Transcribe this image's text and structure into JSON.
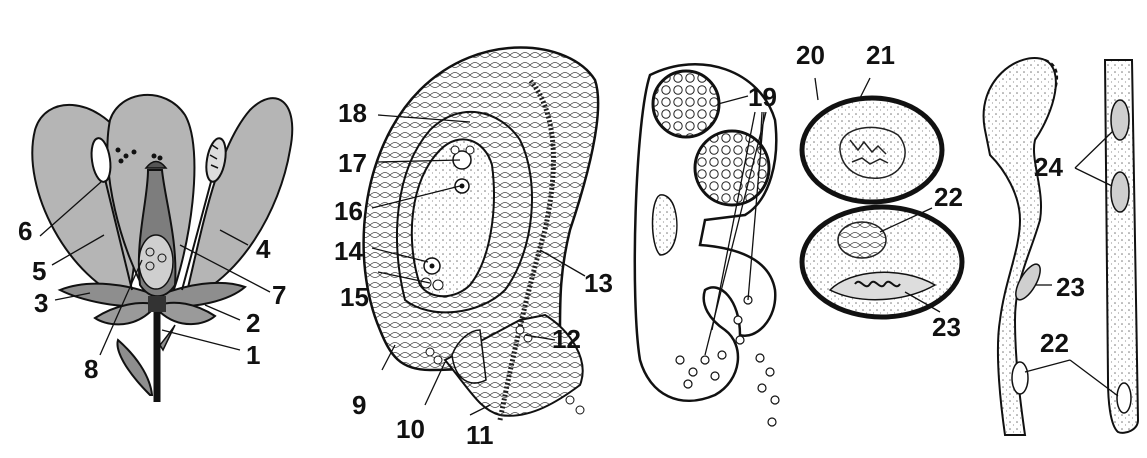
{
  "labels": {
    "l1": "1",
    "l2": "2",
    "l3": "3",
    "l4": "4",
    "l5": "5",
    "l6": "6",
    "l7": "7",
    "l8": "8",
    "l9": "9",
    "l10": "10",
    "l11": "11",
    "l12": "12",
    "l13": "13",
    "l14": "14",
    "l15": "15",
    "l16": "16",
    "l17": "17",
    "l18": "18",
    "l19": "19",
    "l20": "20",
    "l21": "21",
    "l22a": "22",
    "l22b": "22",
    "l23a": "23",
    "l23b": "23",
    "l24": "24"
  },
  "colors": {
    "ink": "#111111",
    "petal_fill": "#b5b5b5",
    "sepal_fill": "#8e8e8e",
    "paper": "#ffffff",
    "cell_stroke": "#333333",
    "stipple": "#e9e9e9"
  }
}
